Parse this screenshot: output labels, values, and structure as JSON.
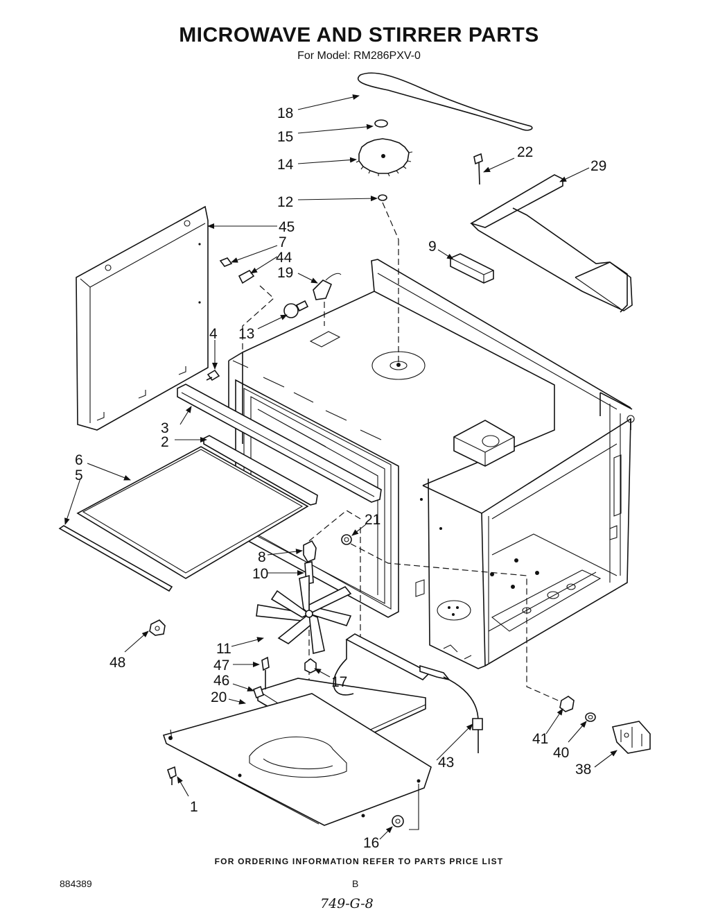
{
  "title": "MICROWAVE AND STIRRER PARTS",
  "model": "For Model: RM286PXV-0",
  "footer": "FOR ORDERING INFORMATION REFER TO PARTS PRICE LIST",
  "doc_number": "884389",
  "page_letter": "B",
  "handwritten_note": "749-G-8",
  "callouts": {
    "c1": "1",
    "c2": "2",
    "c3": "3",
    "c4": "4",
    "c5": "5",
    "c6": "6",
    "c7": "7",
    "c8": "8",
    "c9": "9",
    "c10": "10",
    "c11": "11",
    "c12": "12",
    "c13": "13",
    "c14": "14",
    "c15": "15",
    "c16": "16",
    "c17": "17",
    "c18": "18",
    "c19": "19",
    "c20": "20",
    "c21": "21",
    "c22": "22",
    "c29": "29",
    "c38": "38",
    "c40": "40",
    "c41": "41",
    "c43": "43",
    "c44": "44",
    "c45": "45",
    "c46": "46",
    "c47": "47",
    "c48": "48"
  }
}
